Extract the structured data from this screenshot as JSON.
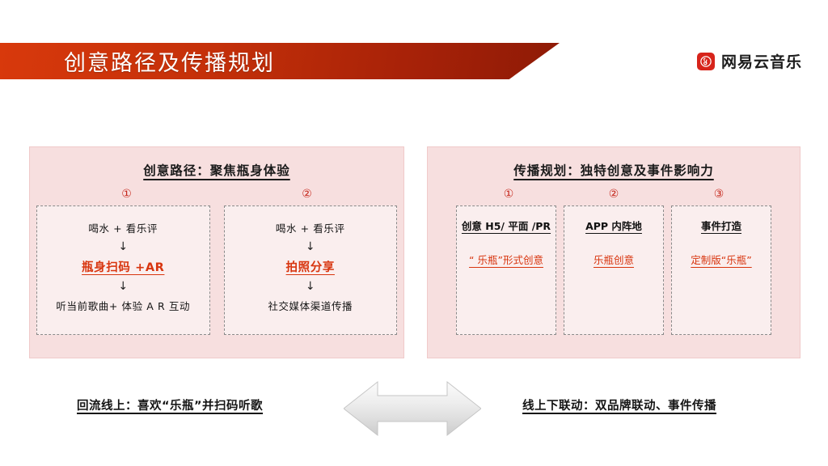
{
  "header": {
    "title": "创意路径及传播规划",
    "logo": {
      "icon": "netease-cloud-music-note-icon",
      "wordmark": "网易云音乐",
      "color": "#d7241b"
    }
  },
  "colors": {
    "banner_start": "#d8390c",
    "banner_end": "#8e1a06",
    "panel_bg": "#f7dfdf",
    "box_bg": "#faeeee",
    "accent_red": "#d8350f",
    "step_red": "#c5261a"
  },
  "panels": {
    "left": {
      "title": "创意路径：聚焦瓶身体验",
      "steps": [
        "①",
        "②"
      ],
      "boxes": [
        {
          "lines": [
            {
              "text": "喝水 + 看乐评",
              "style": "plain"
            },
            {
              "text": "↓",
              "style": "arrow"
            },
            {
              "text": "瓶身扫码 +AR",
              "style": "accent"
            },
            {
              "text": "↓",
              "style": "arrow"
            },
            {
              "text": "听当前歌曲+ 体验 A R 互动",
              "style": "plain"
            }
          ]
        },
        {
          "lines": [
            {
              "text": "喝水 + 看乐评",
              "style": "plain"
            },
            {
              "text": "↓",
              "style": "arrow"
            },
            {
              "text": "拍照分享",
              "style": "accent"
            },
            {
              "text": "↓",
              "style": "arrow"
            },
            {
              "text": "社交媒体渠道传播",
              "style": "plain"
            }
          ]
        }
      ]
    },
    "right": {
      "title": "传播规划：独特创意及事件影响力",
      "steps": [
        "①",
        "②",
        "③"
      ],
      "boxes": [
        {
          "head": "创意 H5/ 平面 /PR",
          "sub": "“ 乐瓶”形式创意"
        },
        {
          "head": "APP 内阵地",
          "sub": "乐瓶创意"
        },
        {
          "head": "事件打造",
          "sub": "定制版“乐瓶”"
        }
      ]
    }
  },
  "bottom": {
    "left_caption": "回流线上：喜欢“乐瓶”并扫码听歌",
    "right_caption": "线上下联动：双品牌联动、事件传播",
    "arrow_icon": "double-headed-horizontal-arrow-icon"
  }
}
